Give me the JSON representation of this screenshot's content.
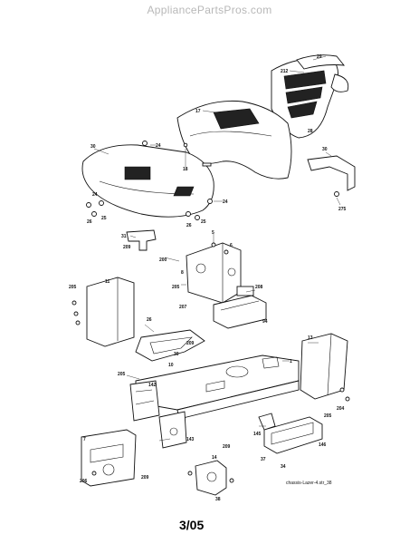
{
  "header": {
    "watermark": "AppliancePartsPros.com"
  },
  "footer": {
    "page_number": "3/05"
  },
  "diagram": {
    "drawing_code": "chassis-Lazer-4.str_38",
    "part_labels": [
      "29",
      "212",
      "17",
      "28",
      "30",
      "24",
      "18",
      "30",
      "24",
      "25",
      "26",
      "275",
      "24",
      "26",
      "25",
      "31",
      "209",
      "5",
      "200",
      "8",
      "6",
      "205",
      "207",
      "208",
      "94",
      "11",
      "205",
      "26",
      "10",
      "30",
      "209",
      "13",
      "1",
      "142",
      "205",
      "143",
      "209",
      "37",
      "145",
      "34",
      "146",
      "7",
      "206",
      "14",
      "209",
      "38",
      "204",
      "205"
    ]
  }
}
